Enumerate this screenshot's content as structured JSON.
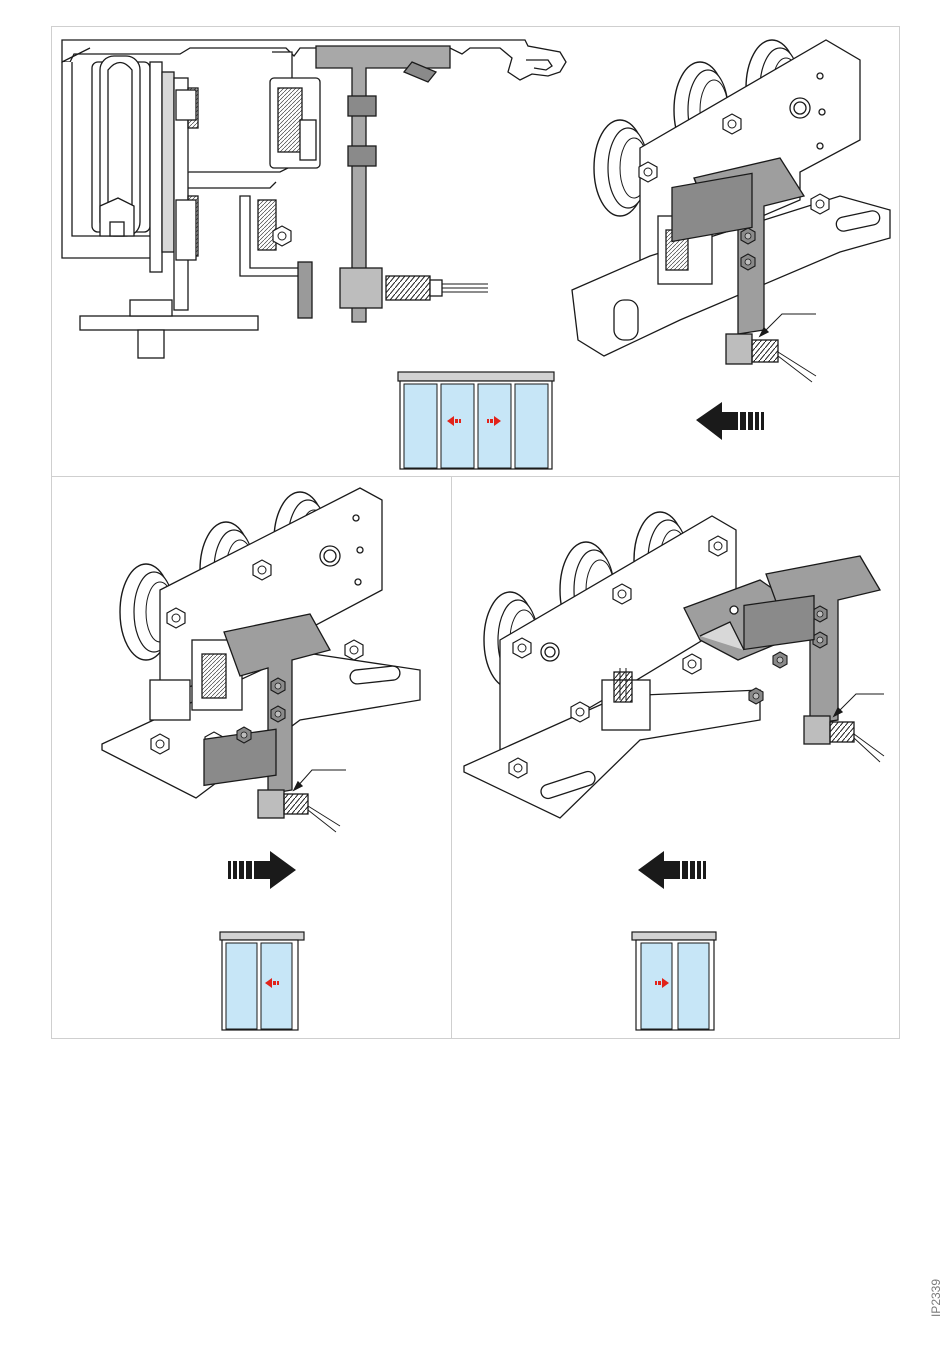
{
  "document": {
    "code": "IP2339"
  },
  "colors": {
    "outline": "#1a1a1a",
    "metal_grey": "#9a9a9a",
    "metal_dark": "#7c7c7c",
    "glass": "#c7e6f7",
    "arrow_red": "#e2231a",
    "arrow_black": "#1a1a1a",
    "panel_border": "#cfcfcf"
  },
  "figures": [
    {
      "id": "cross-section",
      "panel": "top",
      "description_icon": "rail-cross-section"
    },
    {
      "id": "carriage-top",
      "panel": "top",
      "motion": "left",
      "icon": "arrow-left-icon"
    },
    {
      "id": "carriage-bottom-left",
      "panel": "bottom-left",
      "motion": "right",
      "icon": "arrow-right-icon"
    },
    {
      "id": "carriage-bottom-right",
      "panel": "bottom-right",
      "motion": "left",
      "icon": "arrow-left-icon"
    }
  ],
  "door_diagrams": [
    {
      "id": "door-4-leaf",
      "leaves": 4,
      "arrows": [
        "left",
        "right"
      ]
    },
    {
      "id": "door-2-leaf-left",
      "leaves": 2,
      "arrows": [
        "left"
      ]
    },
    {
      "id": "door-2-leaf-right",
      "leaves": 2,
      "arrows": [
        "right"
      ]
    }
  ]
}
